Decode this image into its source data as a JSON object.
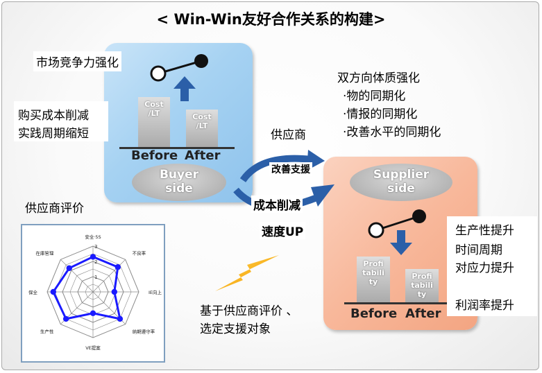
{
  "title": "< Win-Win友好合作关系的构建>",
  "buyer": {
    "competitiveness": "市场竞争力强化",
    "cost_line1": "购买成本削减",
    "cost_line2": "实践周期缩短",
    "bar_label": "Cost\n/LT",
    "before": "Before",
    "after": "After",
    "side_label": "Buyer\nside"
  },
  "supplier": {
    "label_top": "供应商",
    "sync_title": "双方向体质强化",
    "sync_items": [
      "·物的同期化",
      "·情报的同期化",
      "·改善水平的同期化"
    ],
    "bar_label": "Profi\ntabili\nty",
    "before": "Before",
    "after": "After",
    "side_label": "Supplier\nside",
    "benefits": [
      "生产性提升",
      "时间周期",
      "对应力提升",
      "利润率提升"
    ]
  },
  "flow": {
    "support": "改善支援",
    "cost_reduce": "成本削减",
    "speed_up": "速度UP"
  },
  "evaluation": {
    "title": "供应商评价",
    "note_line1": "基于供应商评价 、",
    "note_line2": "选定支援对象"
  },
  "radar": {
    "axes": [
      "安全·5S",
      "不良率",
      "IE向上",
      "纳期遵守率",
      "VE提案",
      "生产性",
      "保全",
      "在庫管理"
    ],
    "tick_labels": [
      "1",
      "2",
      "3"
    ],
    "values": [
      2.3,
      2.3,
      1.4,
      2.5,
      1.4,
      2.5,
      2.6,
      2.2
    ],
    "max": 3,
    "line_color": "#1a1aff",
    "grid_color": "#8a8a8a"
  },
  "colors": {
    "buyer_box": "#a6d2f2",
    "supplier_box": "#f8b89b",
    "arrow_blue": "#2b5fa8",
    "bolt": "#f7a900"
  }
}
